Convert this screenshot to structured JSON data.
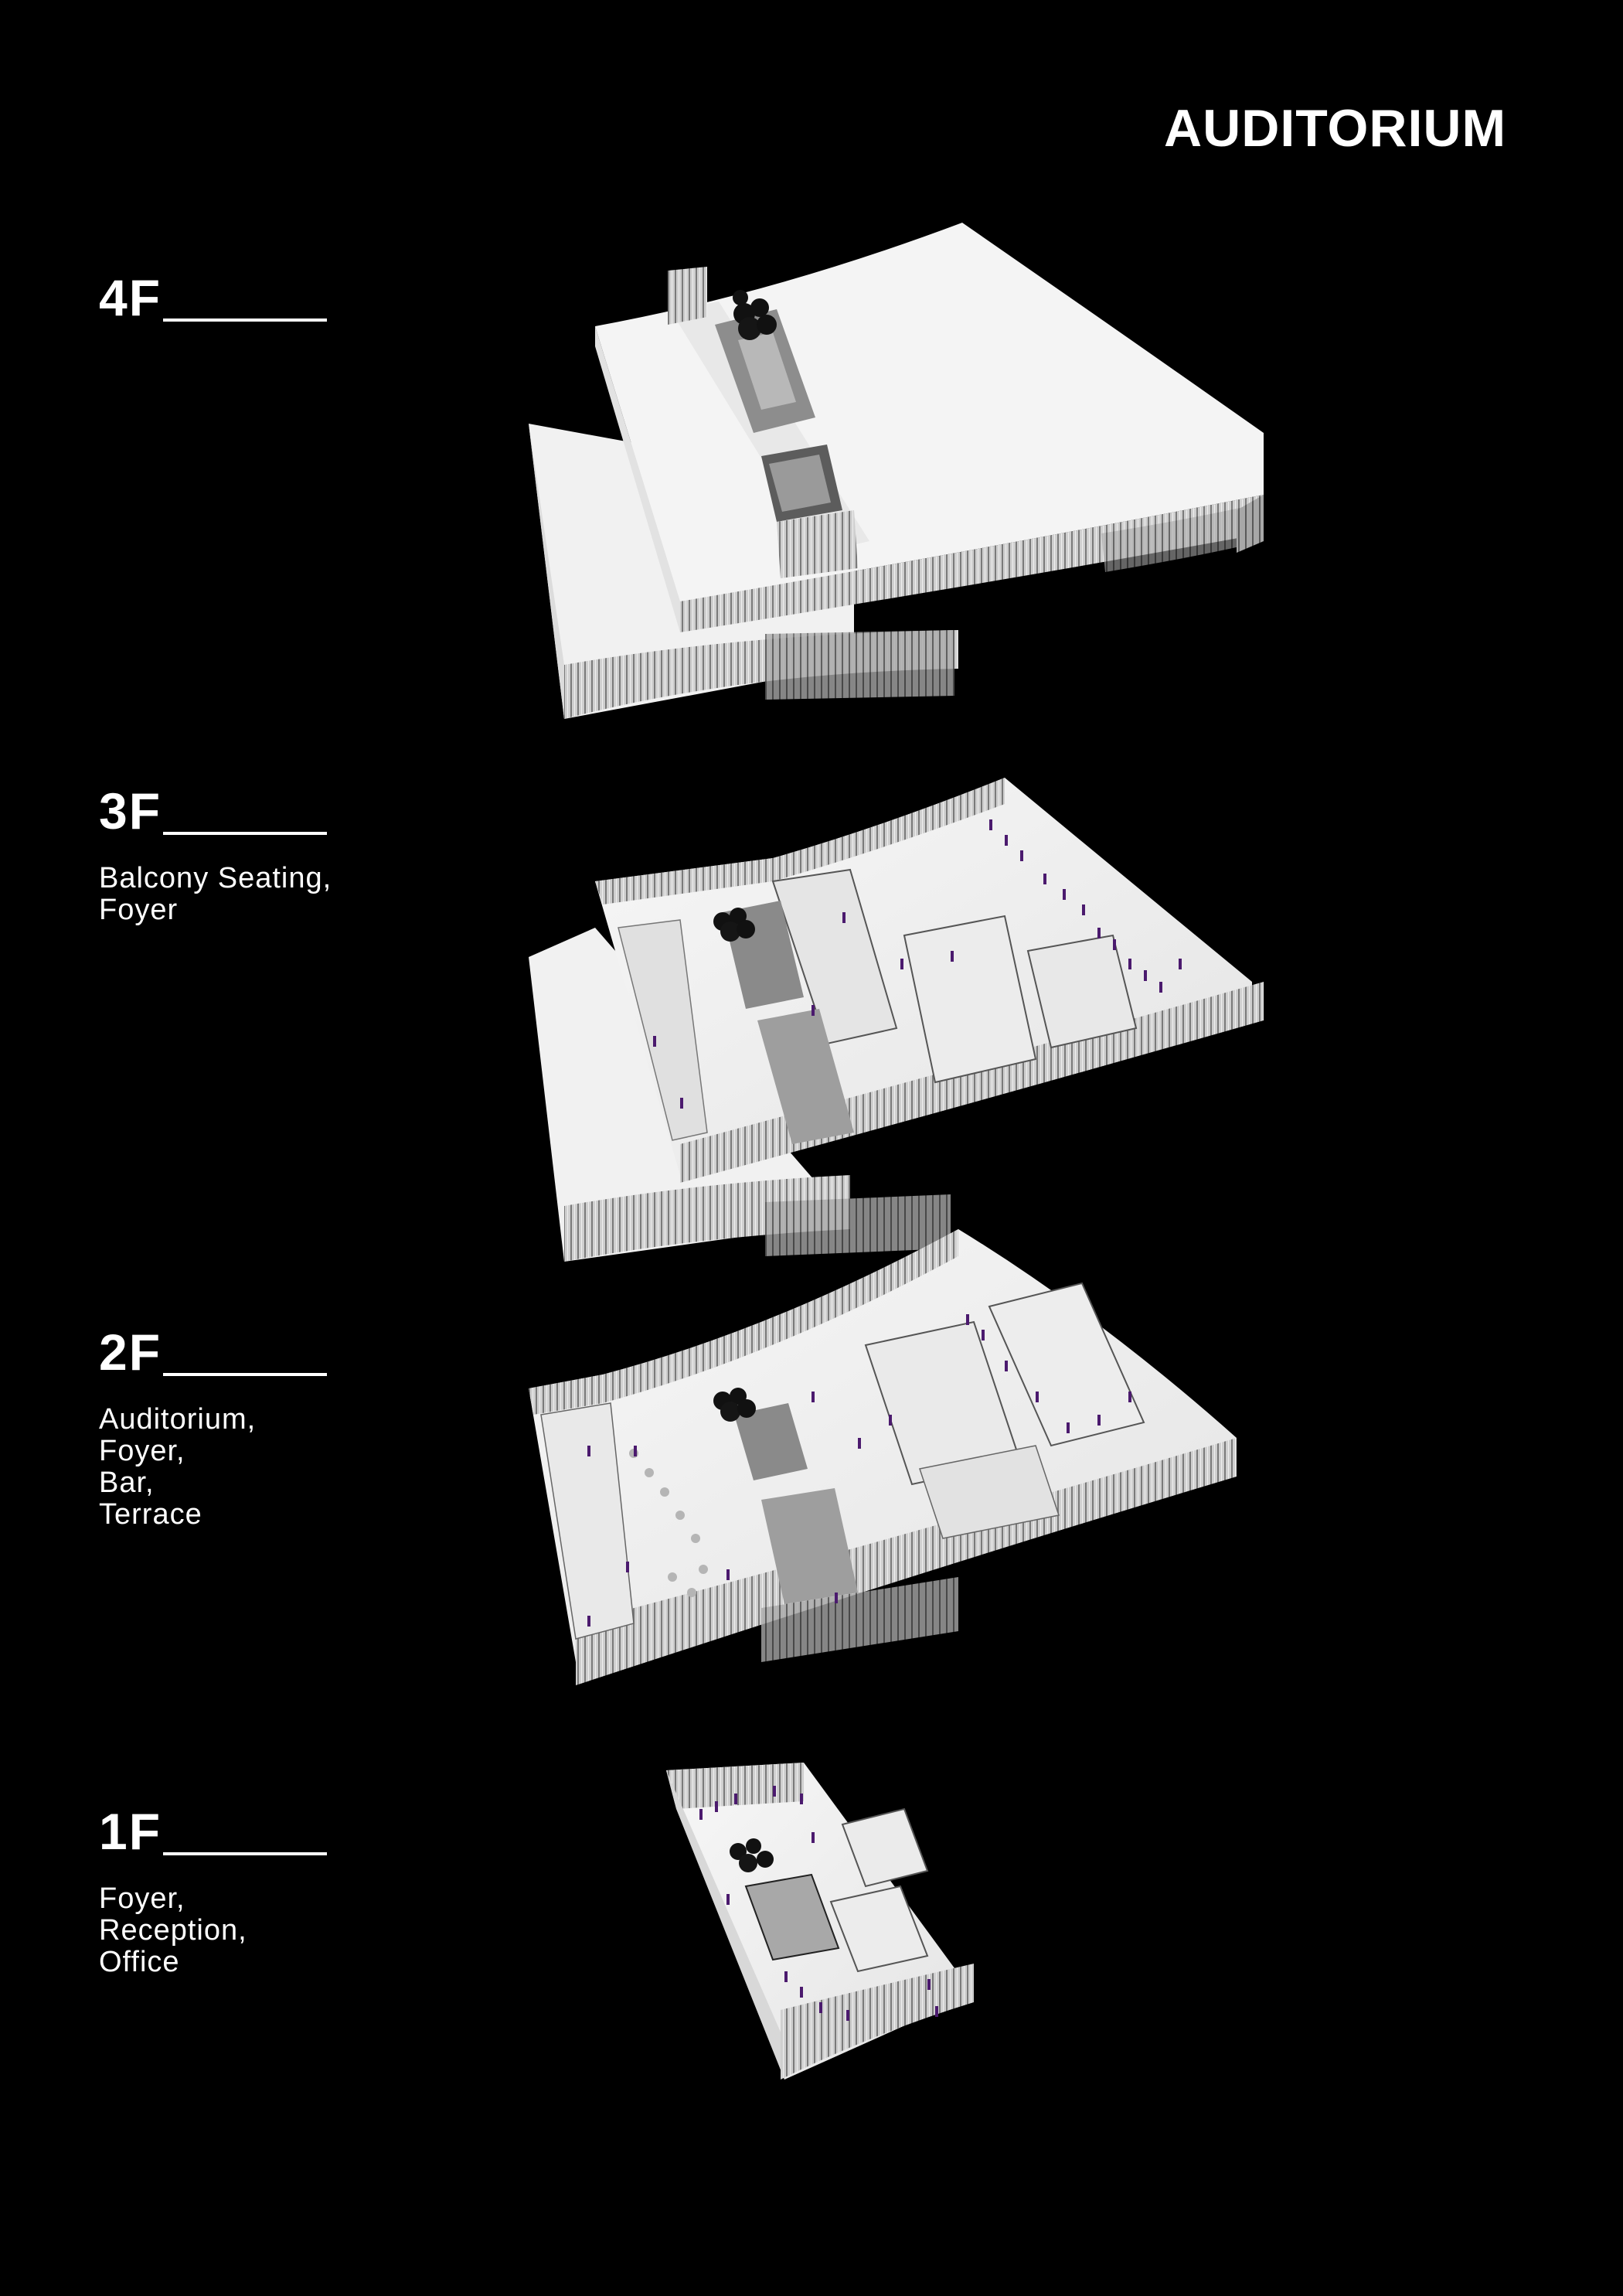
{
  "title": "AUDITORIUM",
  "floors": [
    {
      "id": "4F",
      "label": "4F",
      "uses": []
    },
    {
      "id": "3F",
      "label": "3F",
      "uses": [
        "Balcony Seating,",
        "Foyer"
      ]
    },
    {
      "id": "2F",
      "label": "2F",
      "uses": [
        "Auditorium,",
        "Foyer,",
        "Bar,",
        "Terrace"
      ]
    },
    {
      "id": "1F",
      "label": "1F",
      "uses": [
        "Foyer,",
        "Reception,",
        "Office"
      ]
    }
  ],
  "colors": {
    "background": "#000000",
    "text": "#ffffff",
    "model_top": "#f2f2f2",
    "model_wall": "#d9d9d9",
    "model_shadow": "#9a9a9a",
    "people": "#4b1a6e",
    "core": "#111111"
  }
}
